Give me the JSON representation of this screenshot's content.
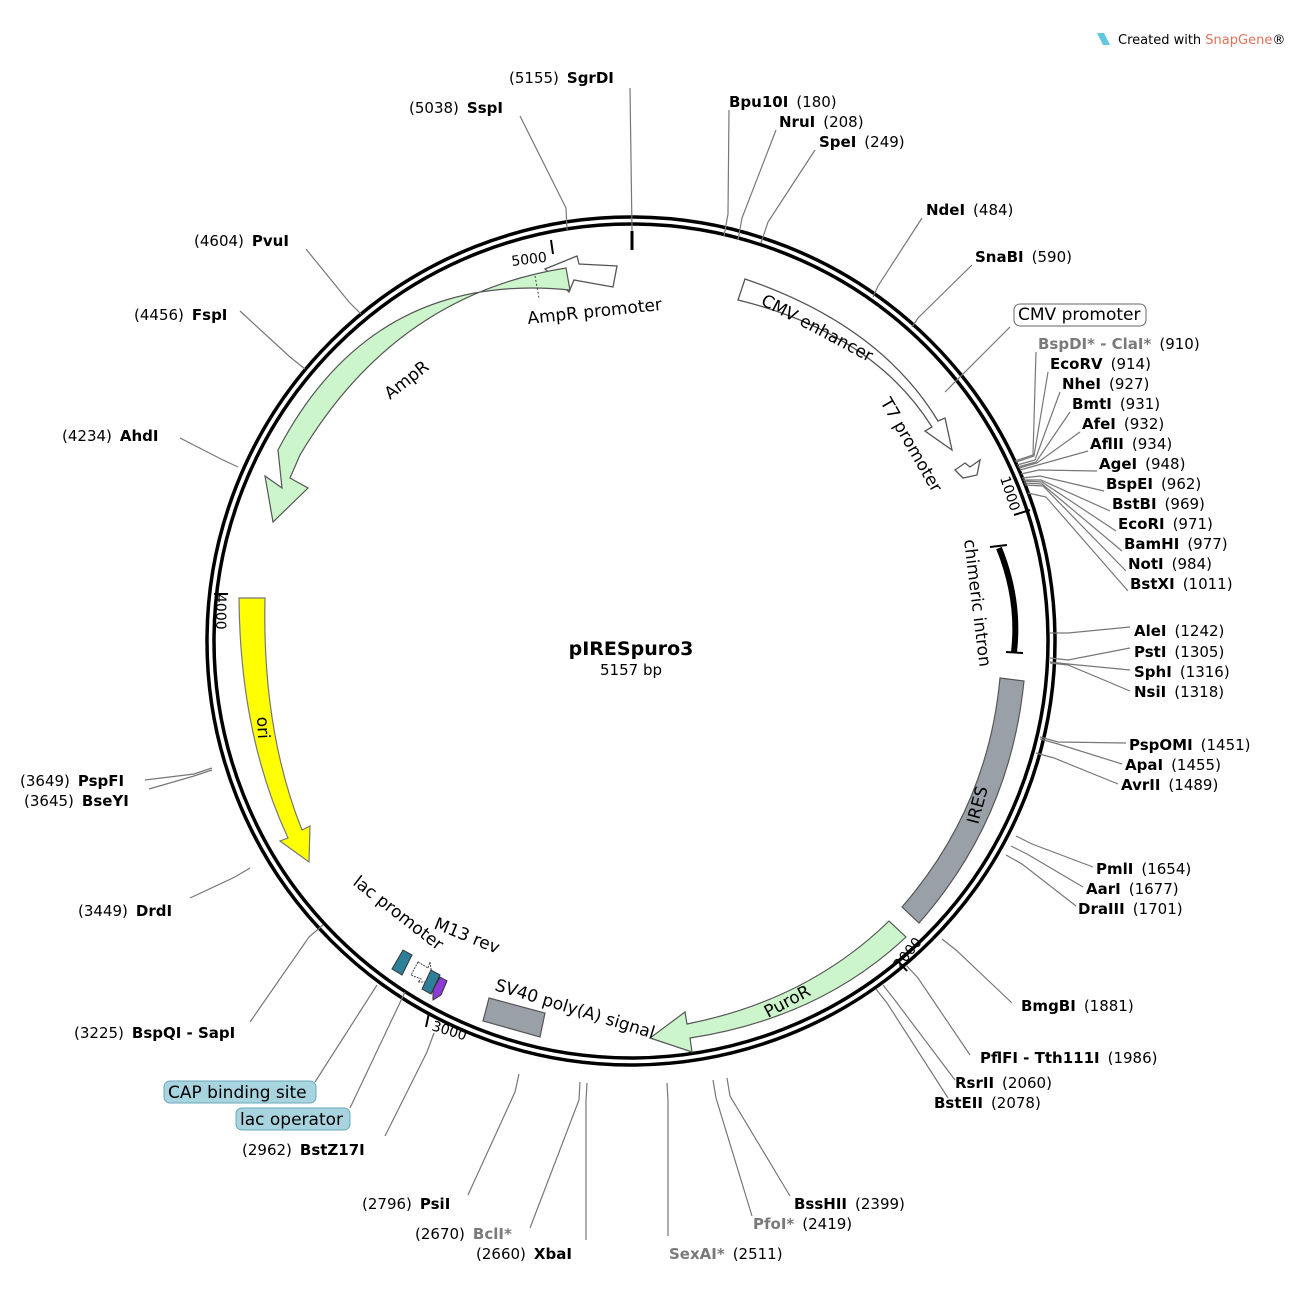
{
  "plasmid": {
    "name": "pIRESpuro3",
    "size_label": "5157 bp"
  },
  "branding": {
    "prefix": "Created with ",
    "brand": "SnapGene",
    "suffix": "®"
  },
  "ruler_ticks": [
    "1000",
    "2000",
    "3000",
    "4000",
    "5000"
  ],
  "features": {
    "cmv_enhancer": "CMV enhancer",
    "t7_promoter": "T7 promoter",
    "chimeric_intron": "chimeric intron",
    "ires": "IRES",
    "puror": "PuroR",
    "sv40": "SV40 poly(A) signal",
    "lac_promoter": "lac promoter",
    "m13_rev": "M13 rev",
    "ori": "ori",
    "ampr": "AmpR",
    "ampr_promoter": "AmpR promoter",
    "cmv_promoter_box": "CMV promoter",
    "cap_box": "CAP binding site",
    "lac_operator_box": "lac operator"
  },
  "colors": {
    "backbone": "#000000",
    "ampr": "#ccf5cc",
    "puror": "#ccf5cc",
    "ori": "#ffff00",
    "ires": "#9aa0a8",
    "sv40": "#9aa0a8",
    "intron": "#000000",
    "cap_site": "#2e7f99",
    "m13_rev": "#8b3bd6",
    "label_box": "#a8d4df"
  },
  "sites": [
    {
      "name": "SgrDI",
      "pos": "(5155)"
    },
    {
      "name": "SspI",
      "pos": "(5038)"
    },
    {
      "name": "Bpu10I",
      "pos": "(180)"
    },
    {
      "name": "NruI",
      "pos": "(208)"
    },
    {
      "name": "SpeI",
      "pos": "(249)"
    },
    {
      "name": "NdeI",
      "pos": "(484)"
    },
    {
      "name": "SnaBI",
      "pos": "(590)"
    },
    {
      "name": "BspDI* - ClaI*",
      "pos": "(910)"
    },
    {
      "name": "EcoRV",
      "pos": "(914)"
    },
    {
      "name": "NheI",
      "pos": "(927)"
    },
    {
      "name": "BmtI",
      "pos": "(931)"
    },
    {
      "name": "AfeI",
      "pos": "(932)"
    },
    {
      "name": "AflII",
      "pos": "(934)"
    },
    {
      "name": "AgeI",
      "pos": "(948)"
    },
    {
      "name": "BspEI",
      "pos": "(962)"
    },
    {
      "name": "BstBI",
      "pos": "(969)"
    },
    {
      "name": "EcoRI",
      "pos": "(971)"
    },
    {
      "name": "BamHI",
      "pos": "(977)"
    },
    {
      "name": "NotI",
      "pos": "(984)"
    },
    {
      "name": "BstXI",
      "pos": "(1011)"
    },
    {
      "name": "AleI",
      "pos": "(1242)"
    },
    {
      "name": "PstI",
      "pos": "(1305)"
    },
    {
      "name": "SphI",
      "pos": "(1316)"
    },
    {
      "name": "NsiI",
      "pos": "(1318)"
    },
    {
      "name": "PspOMI",
      "pos": "(1451)"
    },
    {
      "name": "ApaI",
      "pos": "(1455)"
    },
    {
      "name": "AvrII",
      "pos": "(1489)"
    },
    {
      "name": "PmlI",
      "pos": "(1654)"
    },
    {
      "name": "AarI",
      "pos": "(1677)"
    },
    {
      "name": "DraIII",
      "pos": "(1701)"
    },
    {
      "name": "BmgBI",
      "pos": "(1881)"
    },
    {
      "name": "PflFI - Tth111I",
      "pos": "(1986)"
    },
    {
      "name": "RsrII",
      "pos": "(2060)"
    },
    {
      "name": "BstEII",
      "pos": "(2078)"
    },
    {
      "name": "BssHII",
      "pos": "(2399)"
    },
    {
      "name": "PfoI*",
      "pos": "(2419)"
    },
    {
      "name": "SexAI*",
      "pos": "(2511)"
    },
    {
      "name": "XbaI",
      "pos": "(2660)"
    },
    {
      "name": "BclI*",
      "pos": "(2670)"
    },
    {
      "name": "PsiI",
      "pos": "(2796)"
    },
    {
      "name": "BstZ17I",
      "pos": "(2962)"
    },
    {
      "name": "BspQI - SapI",
      "pos": "(3225)"
    },
    {
      "name": "DrdI",
      "pos": "(3449)"
    },
    {
      "name": "BseYI",
      "pos": "(3645)"
    },
    {
      "name": "PspFI",
      "pos": "(3649)"
    },
    {
      "name": "AhdI",
      "pos": "(4234)"
    },
    {
      "name": "FspI",
      "pos": "(4456)"
    },
    {
      "name": "PvuI",
      "pos": "(4604)"
    }
  ]
}
